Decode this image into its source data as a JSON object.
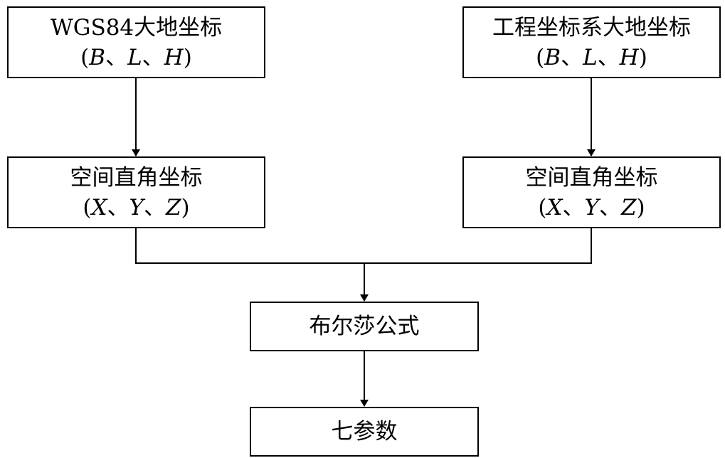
{
  "nodes": {
    "wgs84": {
      "title": "WGS84大地坐标",
      "coords": {
        "open": "(",
        "a": "B",
        "sep1": "、",
        "b": "L",
        "sep2": "、",
        "c": "H",
        "close": ")"
      }
    },
    "engineering": {
      "title": "工程坐标系大地坐标",
      "coords": {
        "open": "(",
        "a": "B",
        "sep1": "、",
        "b": "L",
        "sep2": "、",
        "c": "H",
        "close": ")"
      }
    },
    "cartesian_left": {
      "title": "空间直角坐标",
      "coords": {
        "open": "(",
        "a": "X",
        "sep1": "、",
        "b": "Y",
        "sep2": "、",
        "c": "Z",
        "close": ")"
      }
    },
    "cartesian_right": {
      "title": "空间直角坐标",
      "coords": {
        "open": "(",
        "a": "X",
        "sep1": "、",
        "b": "Y",
        "sep2": "、",
        "c": "Z",
        "close": ")"
      }
    },
    "bursa": {
      "title": "布尔莎公式"
    },
    "seven_params": {
      "title": "七参数"
    }
  }
}
